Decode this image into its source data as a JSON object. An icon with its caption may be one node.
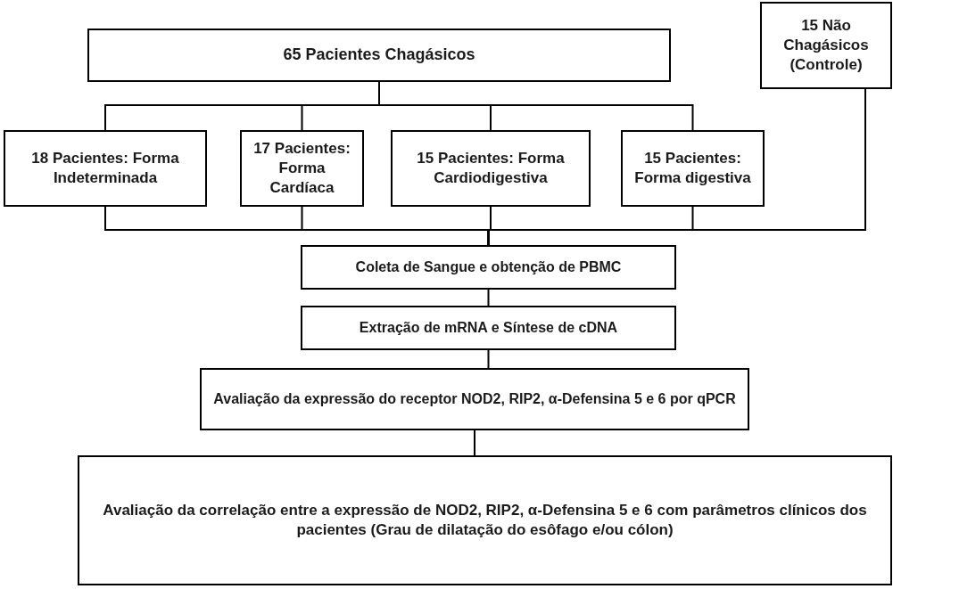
{
  "diagram": {
    "nodes": [
      {
        "text": [
          "65 Pacientes Chagásicos"
        ]
      },
      {
        "text": [
          "15 Não Chagásicos (Controle)"
        ]
      },
      {
        "text": [
          "18 Pacientes: Forma Indeterminada"
        ]
      },
      {
        "text": [
          "17 Pacientes: Forma Cardíaca"
        ]
      },
      {
        "text": [
          "15 Pacientes: Forma Cardiodigestiva"
        ]
      },
      {
        "text": [
          "15 Pacientes: Forma digestiva"
        ]
      },
      {
        "text": [
          "Coleta de Sangue e obtenção de PBMC"
        ]
      },
      {
        "text": [
          "Extração de mRNA e Síntese de cDNA"
        ]
      },
      {
        "text": [
          "Avaliação da expressão do receptor NOD2, RIP2, α-Defensina 5 e 6 por qPCR"
        ]
      },
      {
        "text": [
          "Avaliação da correlação entre a expressão de NOD2, RIP2, α-Defensina 5 e 6 com parâmetros clínicos dos pacientes (Grau de dilatação do esôfago e/ou cólon)"
        ]
      }
    ],
    "edges": [
      {
        "from": 0,
        "to": 2,
        "arrow": "none"
      },
      {
        "from": 0,
        "to": 3,
        "arrow": "none"
      },
      {
        "from": 0,
        "to": 4,
        "arrow": "none"
      },
      {
        "from": 0,
        "to": 5,
        "arrow": "none"
      },
      {
        "from": 2,
        "to": 6,
        "arrow": "none"
      },
      {
        "from": 3,
        "to": 6,
        "arrow": "none"
      },
      {
        "from": 4,
        "to": 6,
        "arrow": "none"
      },
      {
        "from": 5,
        "to": 6,
        "arrow": "none"
      },
      {
        "from": 1,
        "to": 6,
        "arrow": "none"
      },
      {
        "from": 6,
        "to": 7,
        "arrow": "none"
      },
      {
        "from": 7,
        "to": 8,
        "arrow": "none"
      },
      {
        "from": 8,
        "to": 9,
        "arrow": "none"
      }
    ]
  }
}
